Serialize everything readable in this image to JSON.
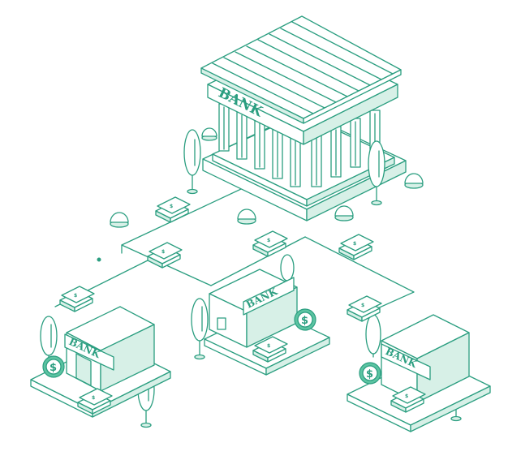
{
  "illustration": {
    "central_bank": {
      "sign": "BANK"
    },
    "branches": [
      {
        "sign": "BANK",
        "coin_symbol": "$"
      },
      {
        "sign": "BANK",
        "coin_symbol": "$"
      },
      {
        "sign": "BANK",
        "coin_symbol": "$"
      }
    ],
    "money_symbol": "$",
    "colors": {
      "line": "#2b9e80",
      "tint": "#d7f0e7",
      "accent": "#5cc4a2",
      "background": "#ffffff"
    }
  }
}
